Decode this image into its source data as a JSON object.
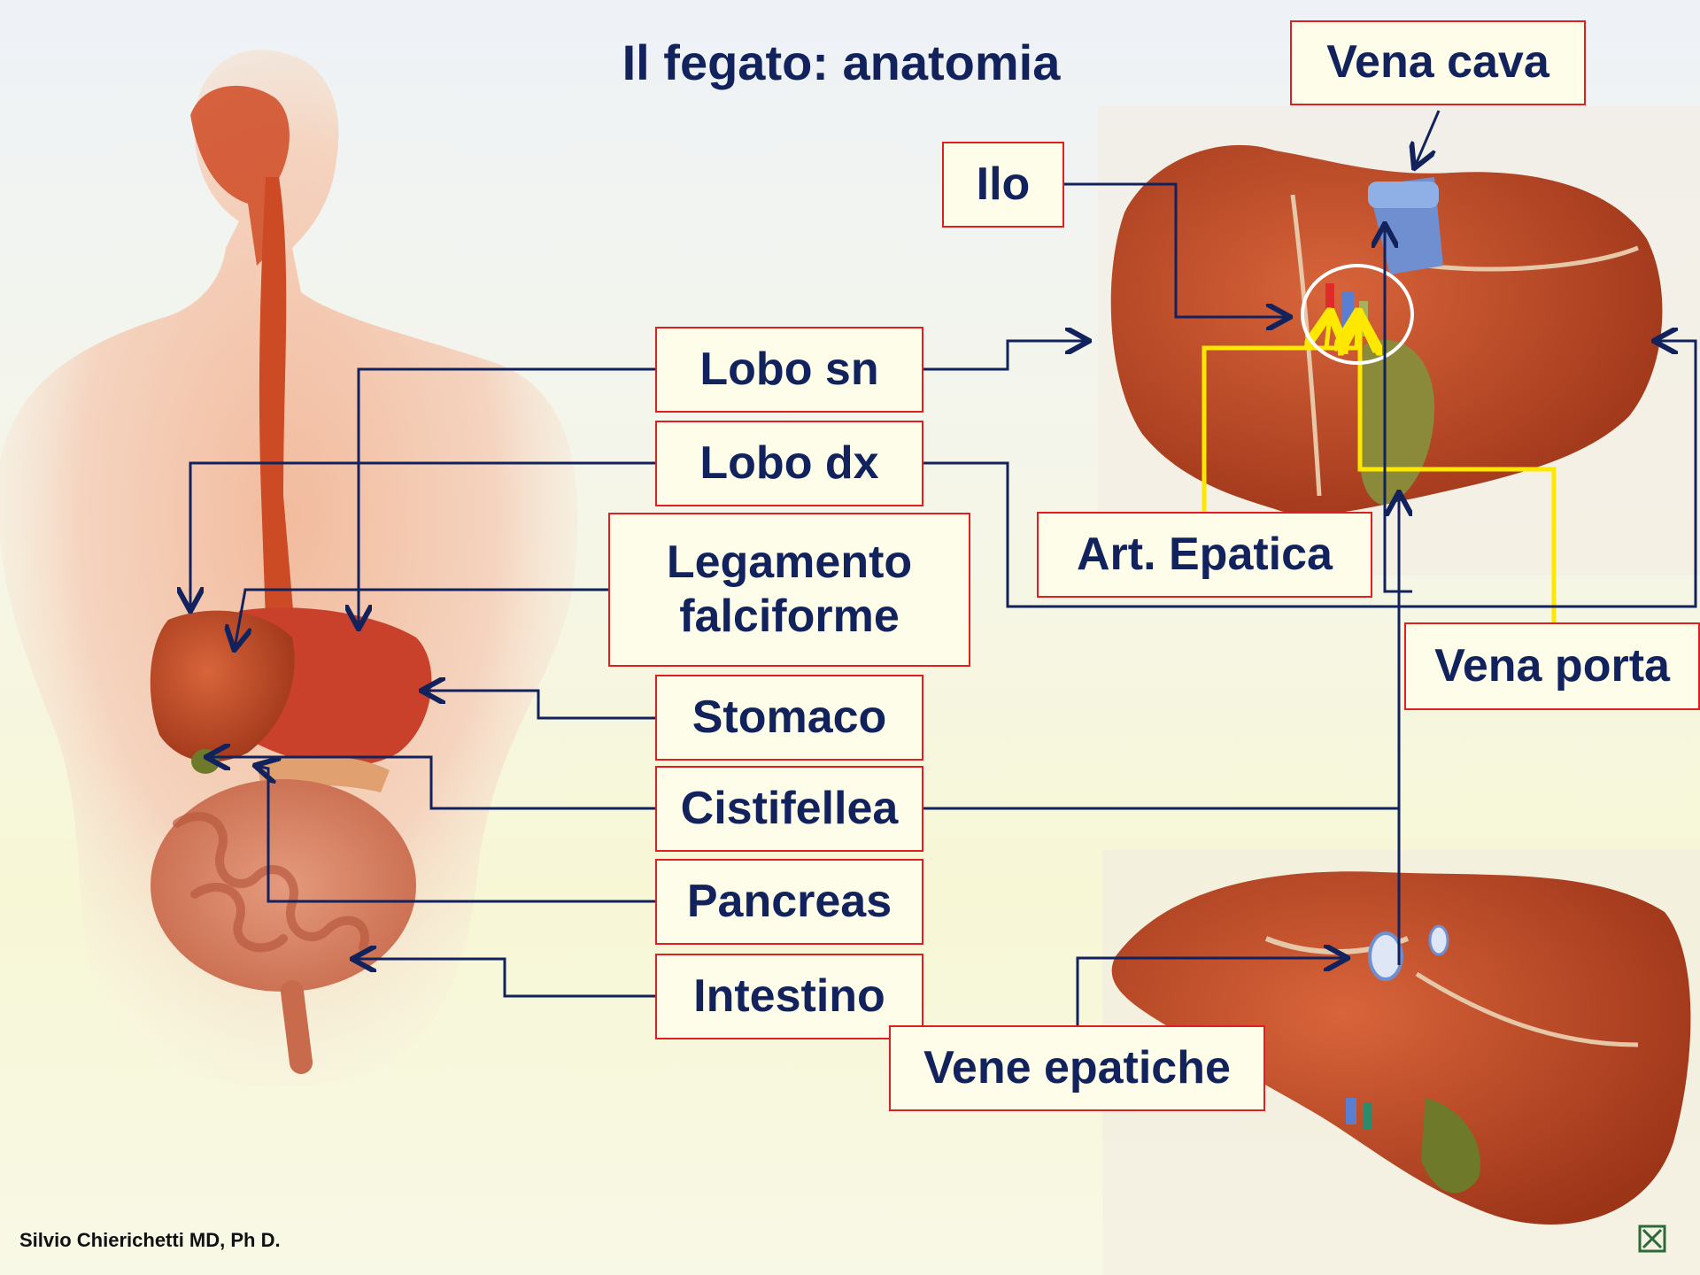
{
  "title": "Il fegato: anatomia",
  "footer": "Silvio Chierichetti MD, Ph D.",
  "labels": {
    "lobo_sn": "Lobo sn",
    "lobo_dx": "Lobo dx",
    "legamento_1": "Legamento",
    "legamento_2": "falciforme",
    "stomaco": "Stomaco",
    "cistifellea": "Cistifellea",
    "pancreas": "Pancreas",
    "intestino": "Intestino",
    "vena_cava": "Vena cava",
    "ilo": "Ilo",
    "art_epatica": "Art. Epatica",
    "vena_porta": "Vena porta",
    "vene_epatiche": "Vene epatiche"
  },
  "colors": {
    "title": "#12225c",
    "label_border": "#e02020",
    "label_bg": "#fdfde9",
    "arrow_navy": "#12225c",
    "arrow_yellow": "#ffe800",
    "liver": "#b8431f",
    "gallbladder": "#8a8a3a",
    "vein_blue": "#6f8fd0"
  }
}
